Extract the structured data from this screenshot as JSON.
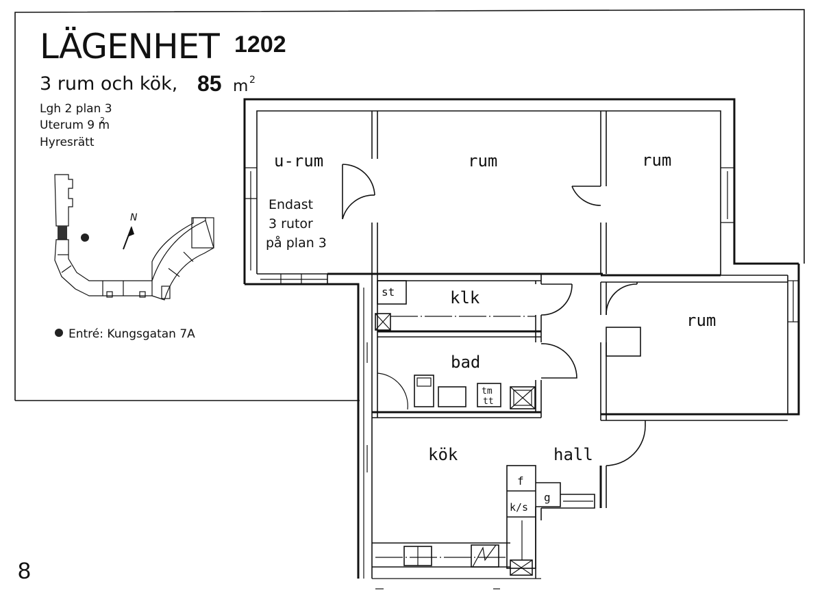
{
  "header": {
    "title": "LÄGENHET",
    "apartment_number": "1202",
    "rooms_text": "3 rum och kök,",
    "area_value": "85",
    "area_unit": "m",
    "area_sup": "2"
  },
  "info": {
    "line1": "Lgh 2 plan 3",
    "line2_prefix": "Uterum 9 m",
    "line2_sup": "2",
    "line3": "Hyresrätt"
  },
  "keymap": {
    "north_label": "N",
    "entrance_label": "Entré: Kungsgatan 7A"
  },
  "rooms": {
    "urum": "u-rum",
    "rum_center": "rum",
    "rum_upper_right": "rum",
    "rum_right": "rum",
    "klk": "klk",
    "bad": "bad",
    "kok": "kök",
    "hall": "hall"
  },
  "note": {
    "line1": "Endast",
    "line2": "3 rutor",
    "line3": "på plan 3"
  },
  "fixtures": {
    "st": "st",
    "tm": "tm",
    "tm_sub": "tt",
    "f": "f",
    "ks": "k/s",
    "g": "g"
  },
  "page_number": "8"
}
